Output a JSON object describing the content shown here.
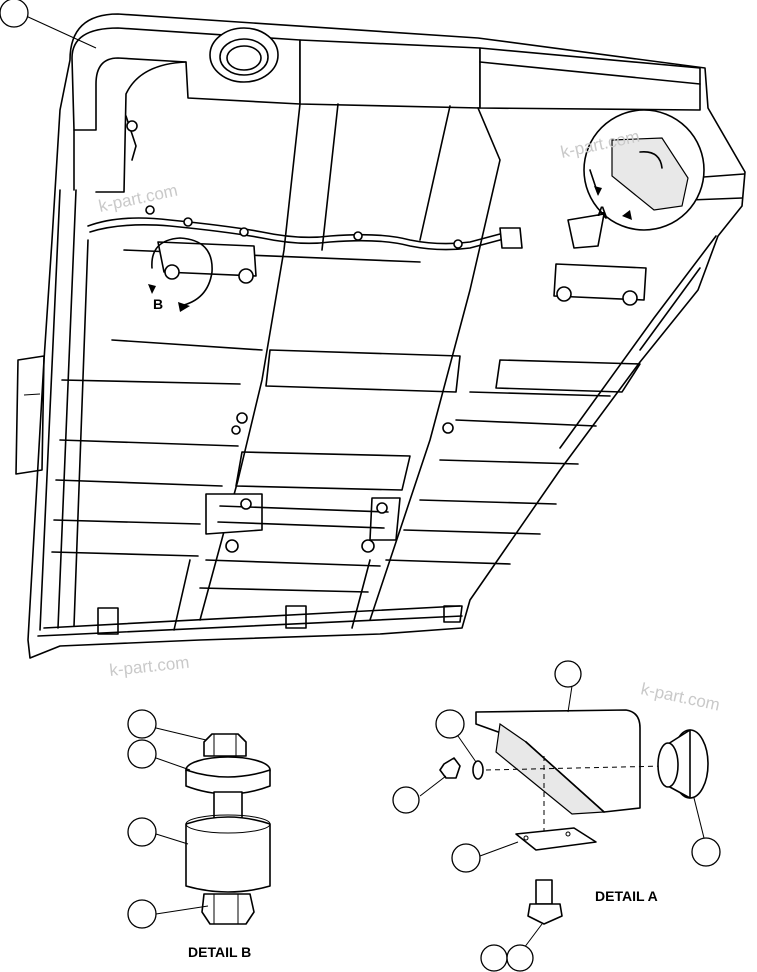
{
  "watermarks": [
    "k-part.com",
    "k-part.com",
    "k-part.com",
    "k-part.com"
  ],
  "view_labels": {
    "a": "A",
    "b": "B"
  },
  "detail_titles": {
    "a": "DETAIL A",
    "b": "DETAIL B"
  }
}
